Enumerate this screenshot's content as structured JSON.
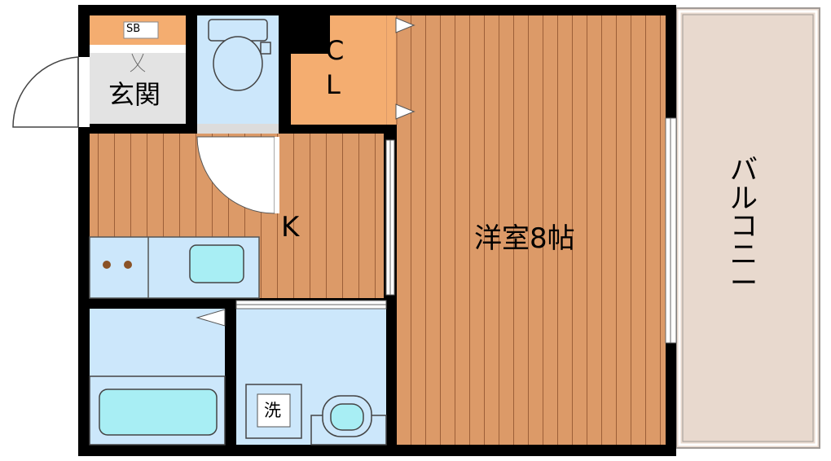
{
  "plan": {
    "rooms": {
      "entrance": "玄関",
      "shoe_box": "SB",
      "closet_line1": "C",
      "closet_line2": "L",
      "kitchen": "K",
      "western_room": "洋室8帖",
      "balcony": "バルコニー",
      "washer": "洗"
    },
    "colors": {
      "wall": "#000000",
      "floor_wood": "#dc9a68",
      "wood_line": "#9c5f38",
      "closet": "#f4ad70",
      "wet_area": "#cce7fb",
      "balcony": "#e8d9ce",
      "entrance_floor": "#e3e3e3"
    }
  }
}
